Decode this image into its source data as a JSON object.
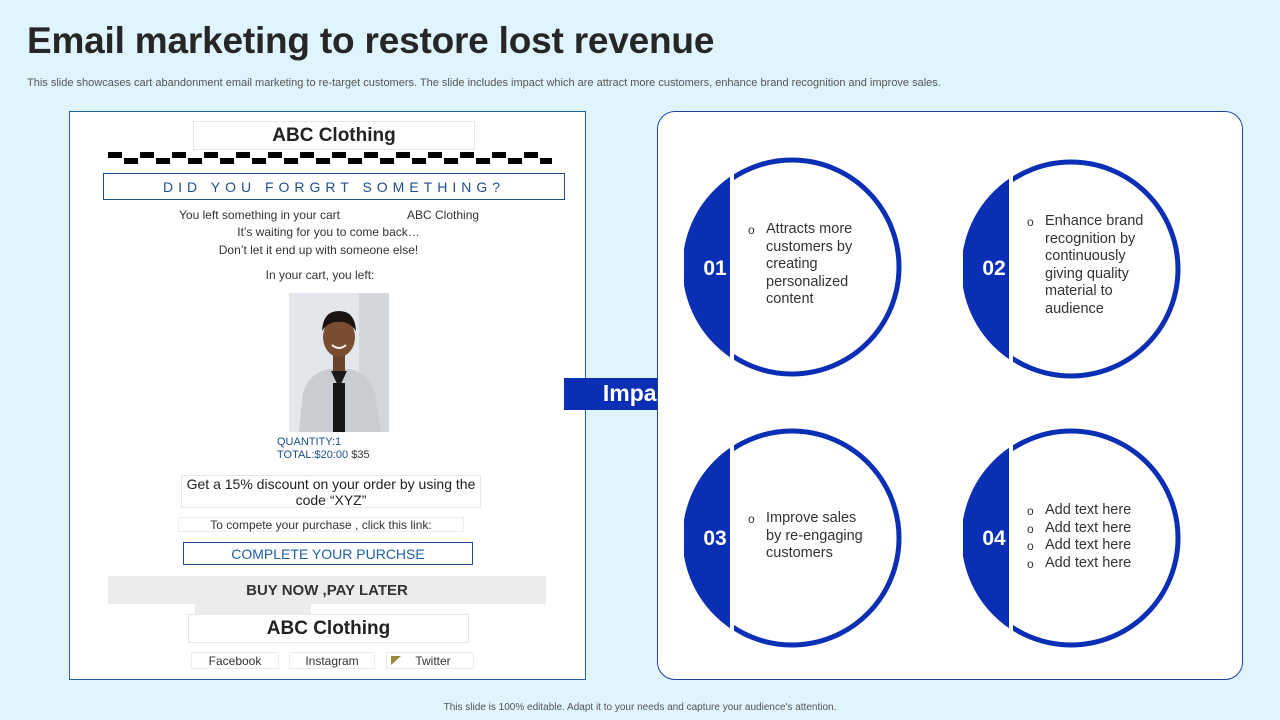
{
  "header": {
    "title": "Email marketing to restore lost revenue",
    "subtitle": "This slide showcases cart abandonment email marketing to re-target customers. The slide includes impact which are attract more customers, enhance brand recognition and improve sales."
  },
  "email": {
    "brand": "ABC Clothing",
    "headline": "DID YOU FORGRT SOMETHING?",
    "line1_left": "You left something in your cart",
    "line1_right": "ABC Clothing",
    "line2": "It’s waiting for you to come back…",
    "line3": "Don’t let it end up with someone else!",
    "cart_label": "In your cart, you left:",
    "quantity": "QUANTITY:1",
    "total": "TOTAL:$20:00",
    "old_price": "$35",
    "discount": "Get a 15% discount on your order by using the  code “XYZ”",
    "link_prompt": "To compete your purchase , click this link:",
    "complete_button": "COMPLETE YOUR PURCHSE",
    "buy_now": "BUY NOW ,PAY LATER",
    "footer_brand": "ABC Clothing",
    "social": [
      "Facebook",
      "Instagram",
      "Twitter"
    ]
  },
  "arrow": {
    "label": "Impact"
  },
  "impact_items": [
    {
      "number": "01",
      "bullets": [
        "Attracts more customers by creating personalized content"
      ]
    },
    {
      "number": "02",
      "bullets": [
        "Enhance brand recognition by continuously giving quality material to audience"
      ]
    },
    {
      "number": "03",
      "bullets": [
        "Improve sales by re-engaging customers"
      ]
    },
    {
      "number": "04",
      "bullets": [
        "Add text here",
        "Add text here",
        "Add text here",
        "Add text here"
      ]
    }
  ],
  "footer": {
    "note": "This slide is 100% editable.  Adapt it to your needs and capture your audience's attention."
  },
  "colors": {
    "accent": "#0a2fb5",
    "background": "#dff4fc",
    "panel_border": "#1f5fa8"
  }
}
